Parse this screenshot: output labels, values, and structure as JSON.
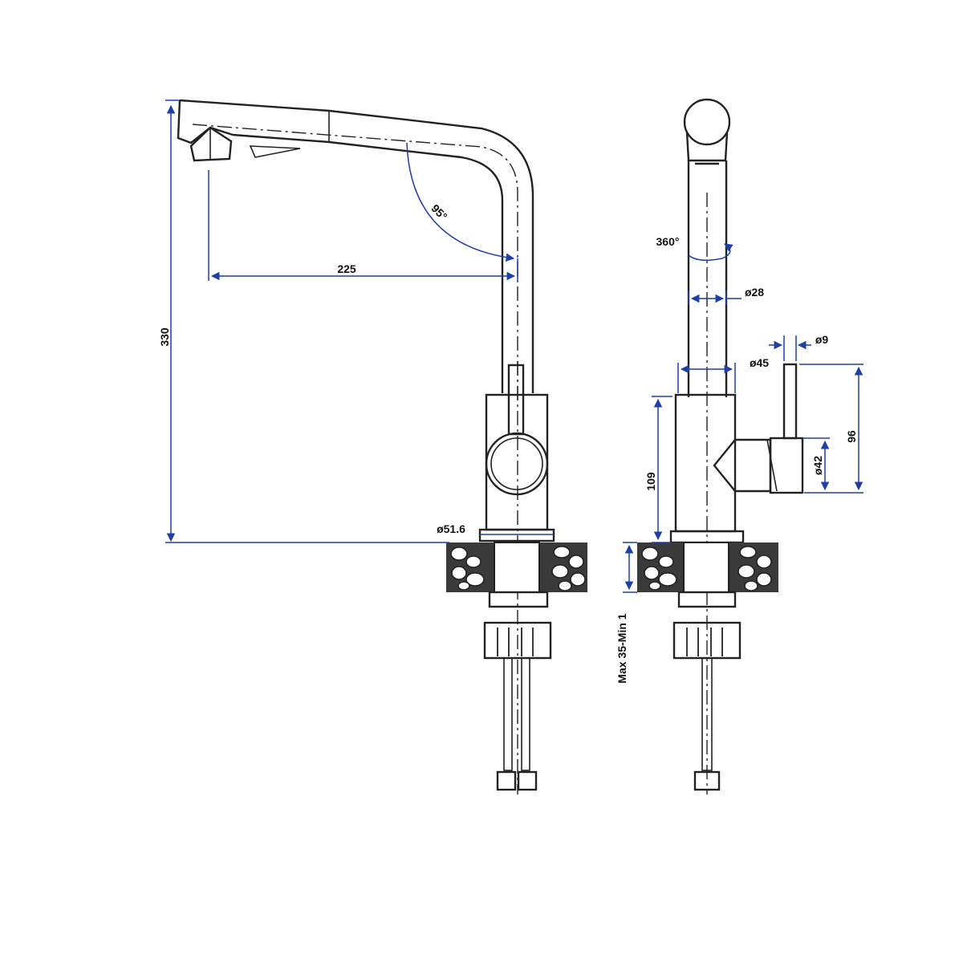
{
  "dimensions": {
    "total_height": "330",
    "spout_reach": "225",
    "pullout_angle": "95°",
    "swivel": "360°",
    "spout_tube_diameter": "ø28",
    "body_diameter_upper": "ø45",
    "lever_diameter": "ø9",
    "lever_height": "96",
    "handle_hub_diameter": "ø42",
    "body_height": "109",
    "base_diameter": "ø51.6",
    "countertop_thickness": "Max 35-Min 1"
  },
  "colors": {
    "dimension_lines": "#1f3fa8",
    "outline": "#222222",
    "countertop": "#3a3a3a"
  }
}
